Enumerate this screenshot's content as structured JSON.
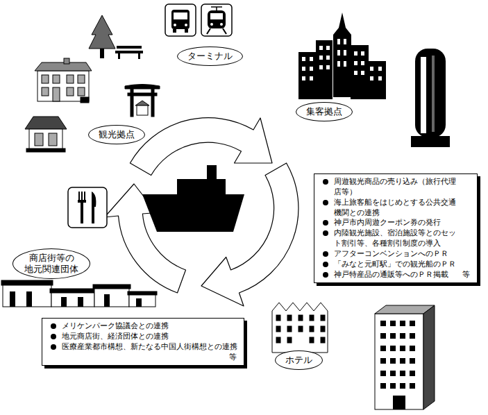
{
  "diagram": {
    "nodes": [
      {
        "text": [
          "ターミナル"
        ]
      },
      {
        "text": [
          "集客拠点"
        ]
      },
      {
        "text": [
          "観光拠点"
        ]
      },
      {
        "text": [
          "周遊観光商品の売り込み（旅行代理店等）",
          "海上旅客船をはじめとする公共交通機関との連携",
          "神戸市内周遊クーポン券の発行",
          "内陸観光施設、宿泊施設等とのセット割引等、各種割引制度の導入",
          "アフターコンベンションへのＰＲ",
          "「みなと元町駅」での観光船のＰＲ",
          "神戸特産品の通販等へのＰＲ掲載",
          "等"
        ]
      },
      {
        "text": [
          "商店街等の 地元関連団体"
        ]
      },
      {
        "text": [
          "メリケンパーク協議会との連携",
          "地元商店街、経済団体との連携",
          "医療産業都市構想、新たなる中国人街構想との連携",
          "等"
        ]
      },
      {
        "text": [
          "ホテル"
        ]
      }
    ]
  }
}
